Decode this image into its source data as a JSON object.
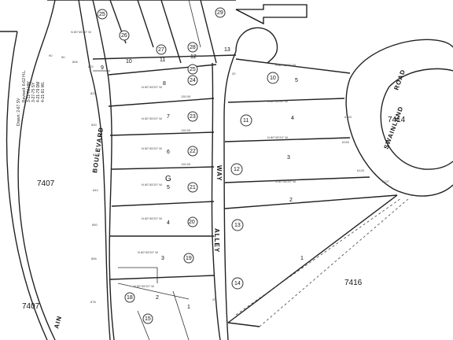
{
  "roads": {
    "boulevard": "BOULEVARD",
    "way": "WAY",
    "alley": "ALLEY",
    "swainland": "SWAINLAND",
    "road": "ROAD",
    "rain_partial": "AIN"
  },
  "blocks": {
    "b7407_top": "7407",
    "b7407_bottom": "7407",
    "b7414": "7414",
    "b7416": "7416",
    "g": "G"
  },
  "revision": [
    "Drawn: 2-67 SV",
    "Revised: 6-62 H.L.",
    "3-11-73 HW",
    "3-27-75 SY",
    "4-21-79 DM",
    "4-21-91 WL"
  ],
  "west_lots": [
    {
      "id": "lot-9",
      "lot": "9",
      "circle": "25"
    },
    {
      "id": "lot-8",
      "lot": "8",
      "circle": "24"
    },
    {
      "id": "lot-7",
      "lot": "7",
      "circle": "23"
    },
    {
      "id": "lot-6",
      "lot": "6",
      "circle": "22"
    },
    {
      "id": "lot-5",
      "lot": "5",
      "circle": "21"
    },
    {
      "id": "lot-4",
      "lot": "4",
      "circle": "20"
    },
    {
      "id": "lot-3",
      "lot": "3",
      "circle": "19"
    },
    {
      "id": "lot-2",
      "lot": "2",
      "circle": "18"
    },
    {
      "id": "lot-1",
      "lot": "1",
      "circle": "15"
    }
  ],
  "north_lots": [
    {
      "id": "lot-11",
      "lot": "11",
      "circle": "27"
    },
    {
      "id": "lot-12",
      "lot": "12",
      "circle": "28"
    },
    {
      "id": "lot-13",
      "lot": "13",
      "circle": "29"
    },
    {
      "id": "lot-10",
      "lot": "10",
      "circle": "26"
    },
    {
      "id": "lot-top",
      "lot": "",
      "circle": "25"
    }
  ],
  "east_lots": [
    {
      "id": "lot-e5",
      "lot": "5",
      "circle": "10"
    },
    {
      "id": "lot-e4",
      "lot": "4",
      "circle": "11"
    },
    {
      "id": "lot-e3",
      "lot": "3",
      "circle": "12"
    },
    {
      "id": "lot-e2",
      "lot": "2",
      "circle": "13"
    },
    {
      "id": "lot-e1",
      "lot": "1",
      "circle": "14"
    }
  ],
  "frontage": {
    "f1": "822",
    "f2": "830",
    "f3": "838",
    "f4": "844",
    "f5": "850",
    "f6": "856",
    "f7": "878",
    "f8": "806",
    "f9": "802",
    "f10": "90",
    "f11": "50",
    "e1": "6143",
    "e2": "6153",
    "e3": "6133",
    "e4": "6127",
    "e5": "20",
    "e6": "20"
  },
  "bearings": {
    "b1": "N 80°45'20\" W",
    "b2": "N 80°45'20\" W",
    "b3": "N 80°45'20\" W",
    "b4": "N 80°45'20\" W",
    "b5": "N 80°45'20\" W",
    "b6": "N 80°45'20\" W",
    "b7": "N 80°45'20\" W",
    "b8": "N 80°45'20\" W",
    "e1": "N 80°45'20\" W",
    "e2": "N 80°45'20\" W",
    "e3": "N 80°45'20\" W",
    "e4": "N 80°45'20\" W",
    "d1": "130.00",
    "d2": "130.00",
    "d3": "130.00"
  },
  "arrow": ""
}
